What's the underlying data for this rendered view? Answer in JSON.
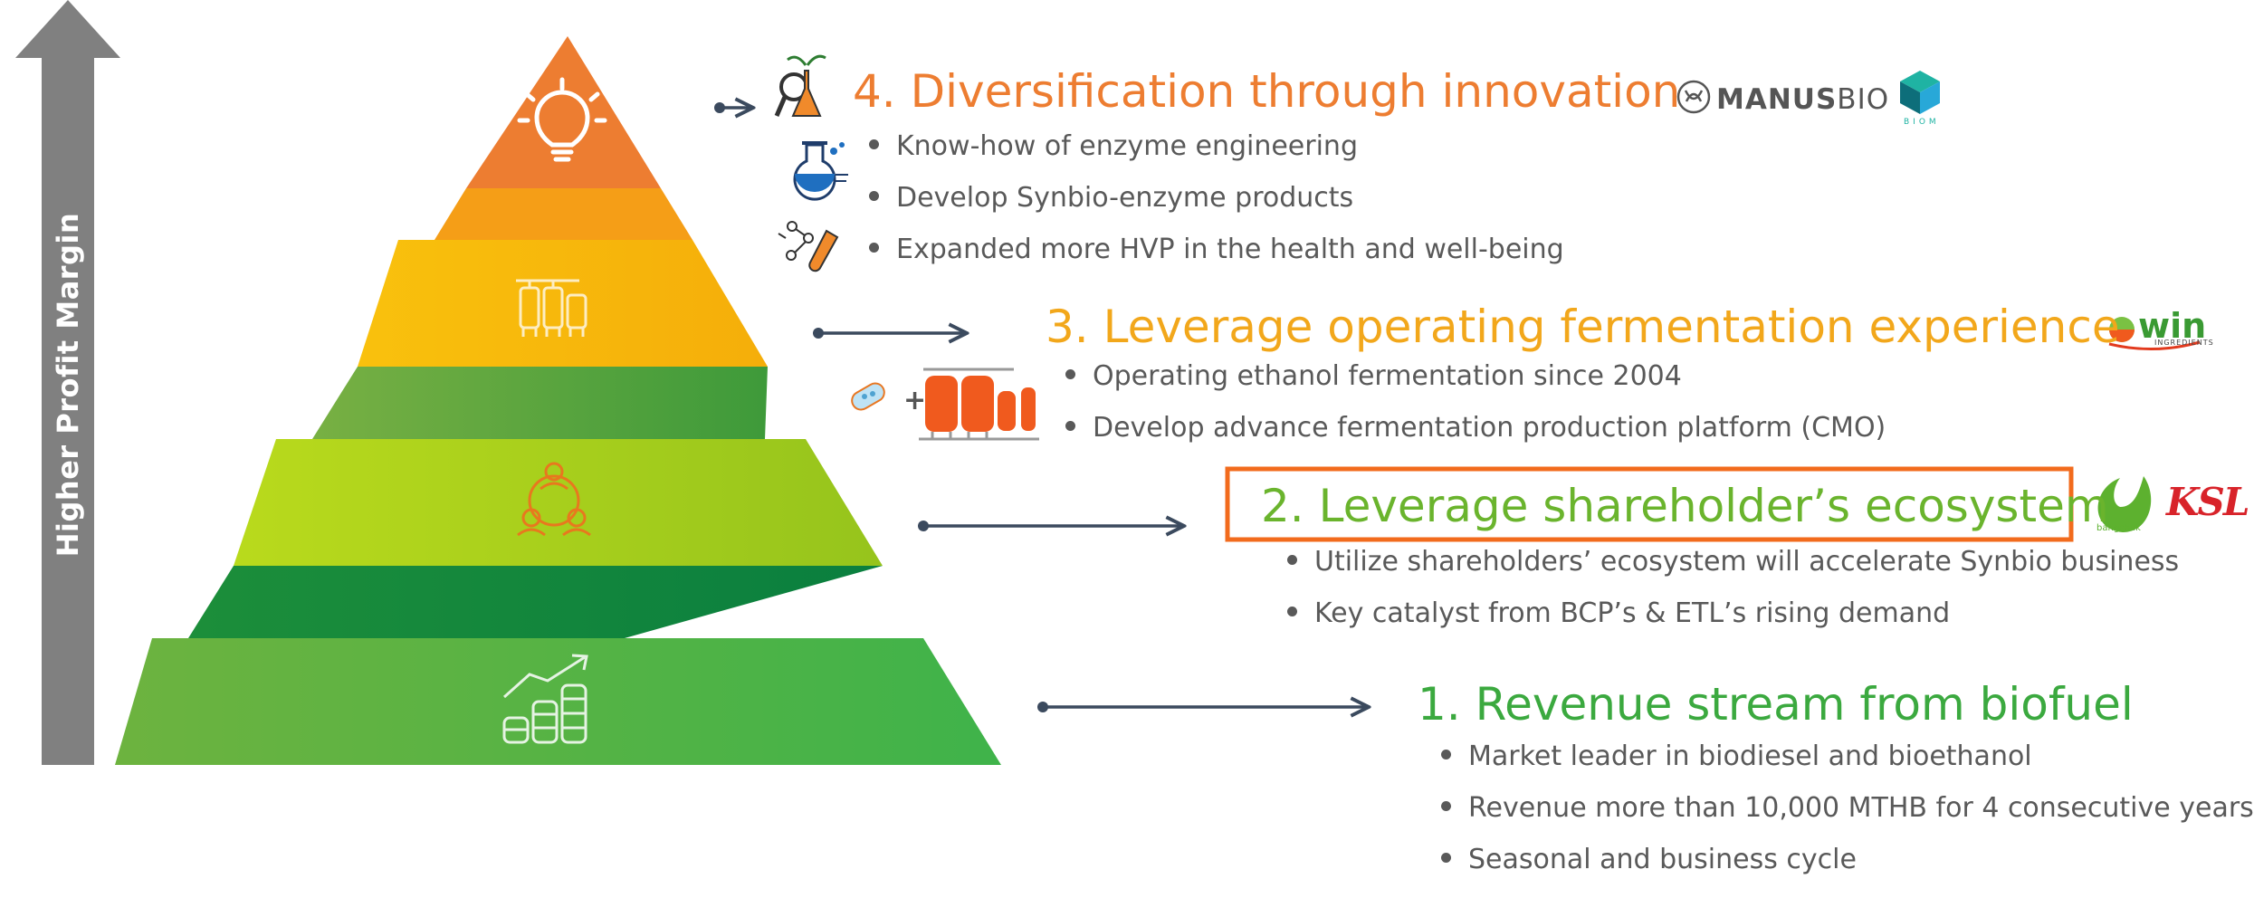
{
  "axis": {
    "label": "Higher Profit Margin"
  },
  "levels": [
    {
      "heading": "4. Diversification through innovation",
      "color": "#ED7D31",
      "bullets": [
        "Know-how of enzyme engineering",
        "Develop Synbio-enzyme products",
        "Expanded more HVP in the health and well-being"
      ]
    },
    {
      "heading": "3. Leverage operating fermentation experience",
      "color": "#F2A71B",
      "bullets": [
        "Operating ethanol fermentation since 2004",
        "Develop advance fermentation production platform (CMO)"
      ]
    },
    {
      "heading": "2. Leverage shareholder’s ecosystem",
      "color": "#6AB42D",
      "highlight_border": "#F26B1D",
      "bullets": [
        "Utilize shareholders’ ecosystem will accelerate Synbio business",
        "Key catalyst from BCP’s & ETL’s rising demand"
      ]
    },
    {
      "heading": "1. Revenue stream from biofuel",
      "color": "#3BA93F",
      "bullets": [
        "Market leader in biodiesel and bioethanol",
        "Revenue more than 10,000 MTHB for 4 consecutive years",
        "Seasonal and business cycle"
      ]
    }
  ],
  "logos": {
    "manus": {
      "bold": "MANUS",
      "light": "BIO"
    },
    "biom": "BIOM",
    "win": {
      "main": "win",
      "sub": "INGREDIENTS"
    },
    "bangchak": "bangchak",
    "ksl": "KSL"
  },
  "colors": {
    "tier1": "#3AAA3F",
    "tier2": "#A8D016",
    "tier3": "#F7B80A",
    "tier4": "#ED7D31",
    "connector_green": "#0E8A3C",
    "connector_orange": "#F3A81A",
    "arrow": "#3B4A5E",
    "axis": "#808080"
  }
}
